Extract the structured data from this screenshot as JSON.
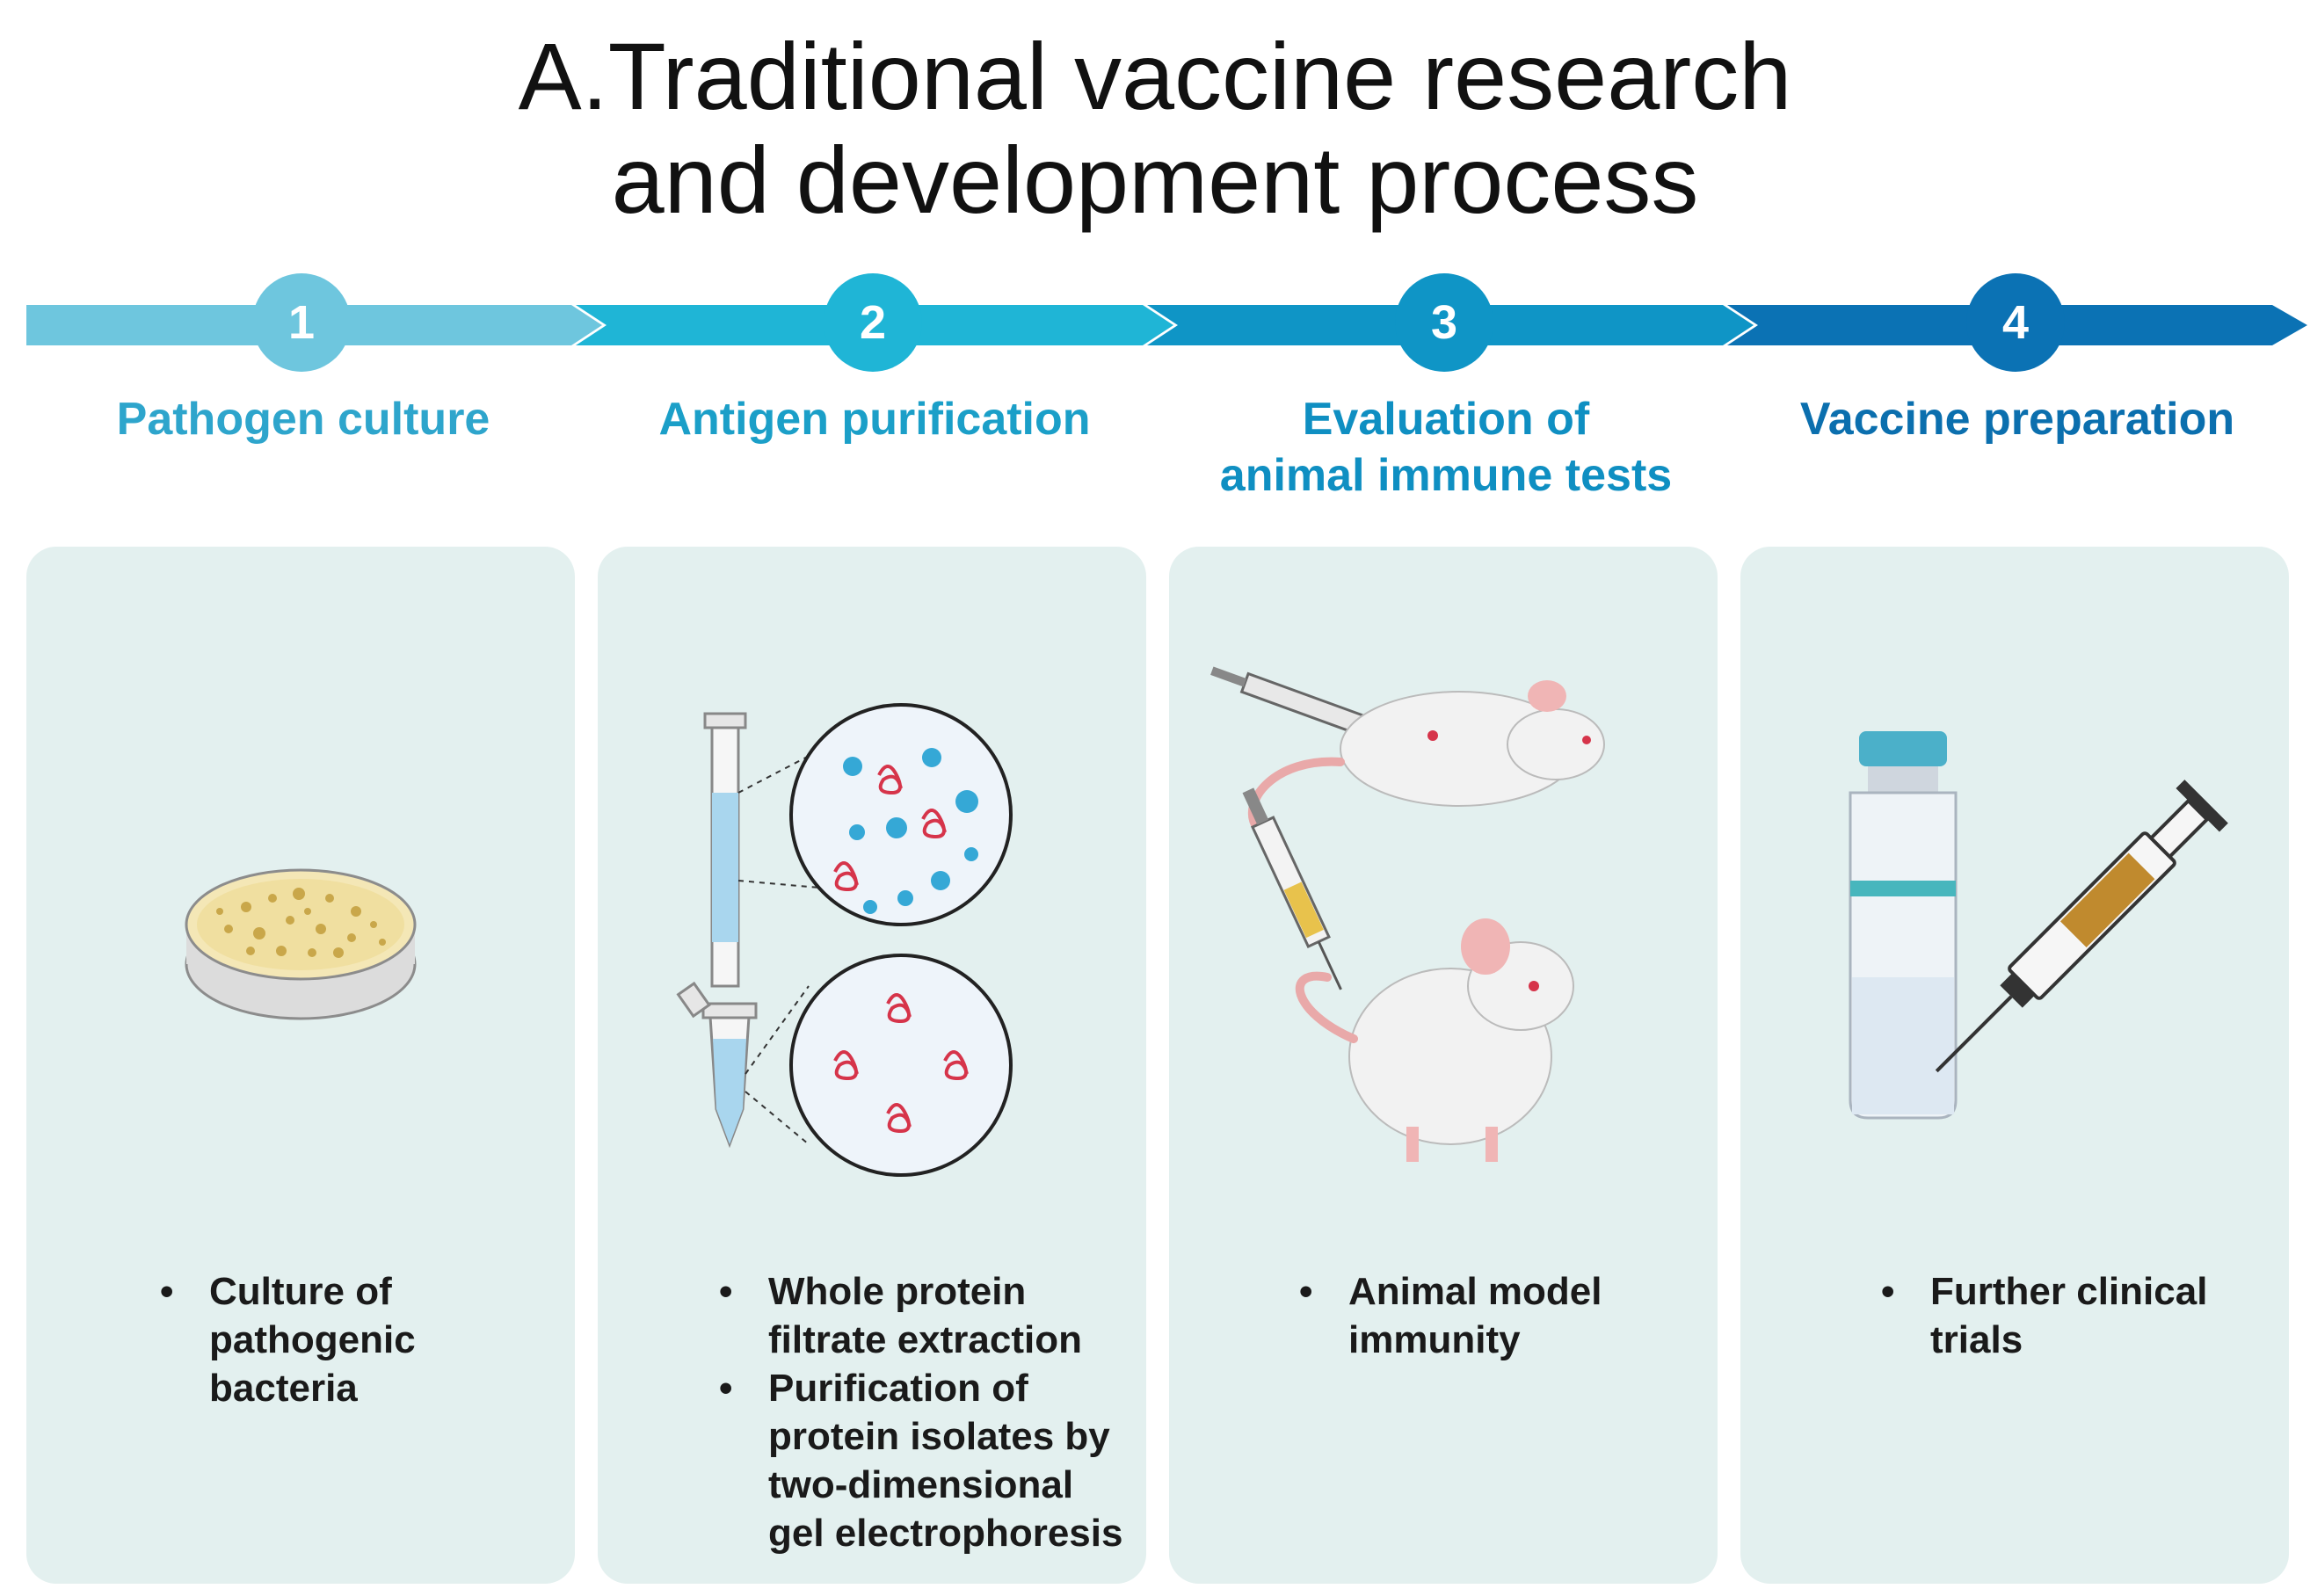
{
  "title": {
    "line1": "A.Traditional vaccine research",
    "line2": "and development process"
  },
  "steps": [
    {
      "number": "1",
      "label": [
        "Pathogen culture"
      ],
      "bullets": [
        "Culture of pathogenic bacteria"
      ],
      "color": "#6ec6de"
    },
    {
      "number": "2",
      "label": [
        "Antigen purification"
      ],
      "bullets": [
        "Whole protein filtrate extraction",
        "Purification of protein isolates by two-dimensional gel electrophoresis"
      ],
      "color": "#1fb5d6"
    },
    {
      "number": "3",
      "label": [
        "Evaluation of",
        "animal immune tests"
      ],
      "bullets": [
        "Animal model immunity"
      ],
      "color": "#0f95c6"
    },
    {
      "number": "4",
      "label": [
        "Vaccine preparation"
      ],
      "bullets": [
        "Further clinical trials"
      ],
      "color": "#0b72b4"
    }
  ],
  "colors": {
    "panel_bg": "#e3f0ef",
    "bacteria": "#c9a74a",
    "protein": "#d6344a",
    "bead": "#35a8d6",
    "mouse": "#f2f2f2",
    "mouse_pink": "#f0b5b5",
    "vaccine_liquid": "#c08a2e",
    "syringe_yellow": "#e8c24c"
  },
  "icons": [
    "petri-dish-icon",
    "centrifuge-tube-icon",
    "protein-bead-magnifier-icon",
    "syringe-icon",
    "mouse-icon",
    "vaccine-vial-icon"
  ]
}
